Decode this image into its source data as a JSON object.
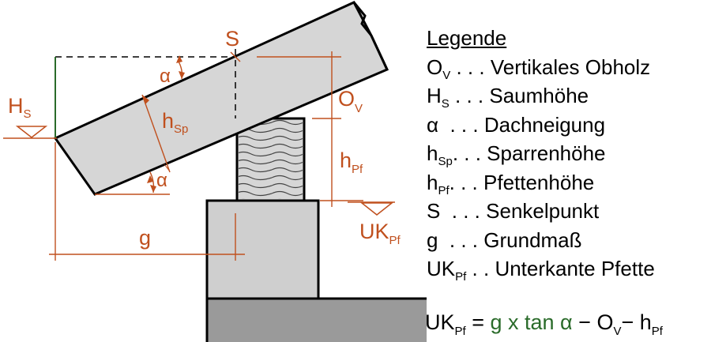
{
  "labels": {
    "S": "S",
    "alpha_top": "α",
    "alpha_bottom": "α",
    "HS_main": "H",
    "HS_sub": "S",
    "hSp_main": "h",
    "hSp_sub": "Sp",
    "OV_main": "O",
    "OV_sub": "V",
    "hPf_main": "h",
    "hPf_sub": "Pf",
    "UKPf_main": "UK",
    "UKPf_sub": "Pf",
    "g": "g"
  },
  "legend": {
    "title": "Legende",
    "items": [
      {
        "sym": "O",
        "sub": "V",
        "dots": " . . . ",
        "text": "Vertikales Obholz"
      },
      {
        "sym": "H",
        "sub": "S",
        "dots": " . . . ",
        "text": "Saumhöhe"
      },
      {
        "sym": "α",
        "sub": "",
        "dots": "  . . . ",
        "text": "Dachneigung"
      },
      {
        "sym": "h",
        "sub": "Sp",
        "dots": ". . . ",
        "text": "Sparrenhöhe"
      },
      {
        "sym": "h",
        "sub": "Pf",
        "dots": ". . . ",
        "text": "Pfettenhöhe"
      },
      {
        "sym": "S",
        "sub": "",
        "dots": "  . . . ",
        "text": "Senkelpunkt"
      },
      {
        "sym": "g",
        "sub": "",
        "dots": "  . . . ",
        "text": "Grundmaß"
      },
      {
        "sym": "UK",
        "sub": "Pf",
        "dots": " . . ",
        "text": "Unterkante Pfette"
      }
    ]
  },
  "formula": {
    "lhs": "UK",
    "lhs_sub": "Pf",
    "eq": " = ",
    "g_tan": "g x tan α",
    "minus1": " − ",
    "ov": "O",
    "ov_sub": "V",
    "minus2": "− ",
    "hpf": "h",
    "hpf_sub": "Pf"
  },
  "colors": {
    "dimension": "#c0501e",
    "formula_green": "#2a6b2a",
    "rafter_fill": "#d6d6d6",
    "wall_fill": "#cfcfcf",
    "foundation_fill": "#9a9a9a"
  }
}
